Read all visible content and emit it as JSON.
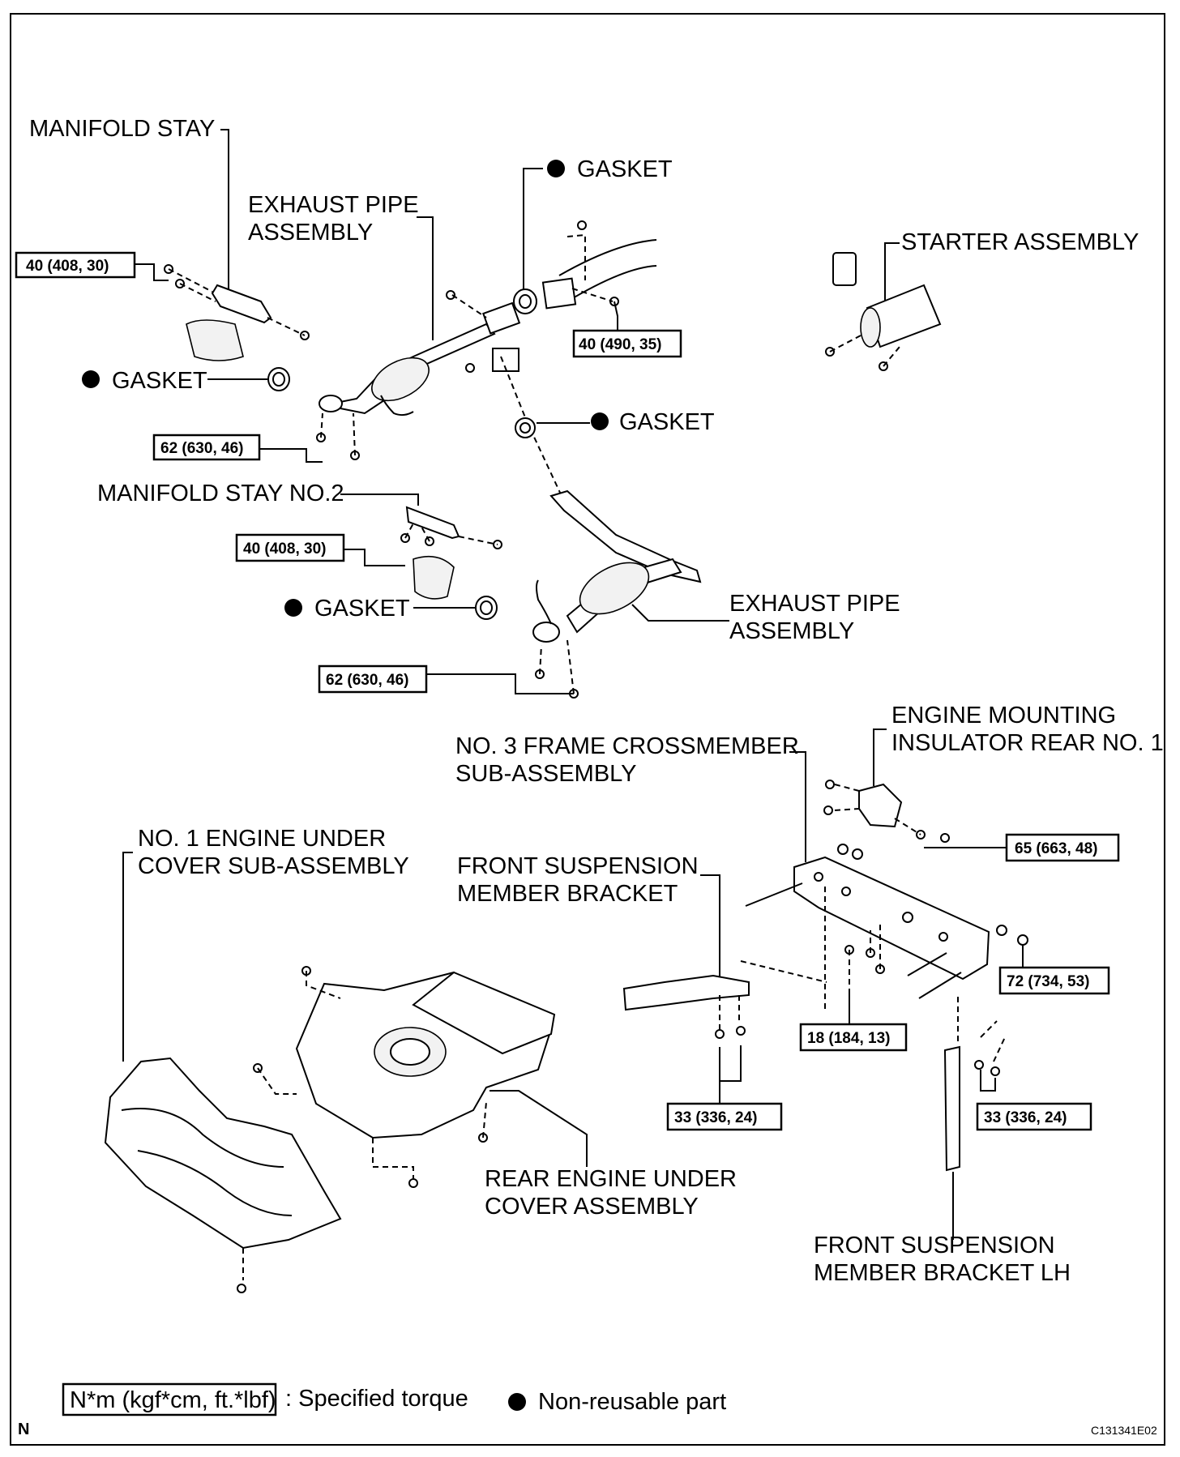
{
  "labels": {
    "manifold_stay": "MANIFOLD STAY",
    "gasket": "GASKET",
    "exhaust_pipe_1": "EXHAUST PIPE",
    "exhaust_pipe_2": "ASSEMBLY",
    "starter": "STARTER ASSEMBLY",
    "manifold_stay_no2": "MANIFOLD STAY NO.2",
    "engine_mounting_1": "ENGINE MOUNTING",
    "engine_mounting_2": "INSULATOR REAR NO. 1",
    "crossmember_1": "NO. 3 FRAME CROSSMEMBER",
    "crossmember_2": "SUB-ASSEMBLY",
    "under_cover_1": "NO. 1 ENGINE UNDER",
    "under_cover_2": "COVER SUB-ASSEMBLY",
    "fs_bracket_1": "FRONT SUSPENSION",
    "fs_bracket_2": "MEMBER BRACKET",
    "rear_cover_1": "REAR ENGINE UNDER",
    "rear_cover_2": "COVER ASSEMBLY",
    "fs_bracket_lh_1": "FRONT SUSPENSION",
    "fs_bracket_lh_2": "MEMBER BRACKET LH"
  },
  "torques": {
    "stay_upper": "40 (408, 30)",
    "flange": "40 (490, 35)",
    "manifold_upper": "62 (630, 46)",
    "stay_no2": "40 (408, 30)",
    "manifold_lower": "62 (630, 46)",
    "mount_insulator": "65 (663, 48)",
    "crossmember": "72 (734, 53)",
    "crossmember_bolt": "18 (184, 13)",
    "bracket": "33 (336, 24)",
    "bracket_lh": "33 (336, 24)"
  },
  "legend": {
    "torque_key": "N*m (kgf*cm, ft.*lbf)",
    "torque_desc": ": Specified torque",
    "nonreusable": "Non-reusable part"
  },
  "footer": {
    "corner_mark": "N",
    "figure_id": "C131341E02"
  }
}
